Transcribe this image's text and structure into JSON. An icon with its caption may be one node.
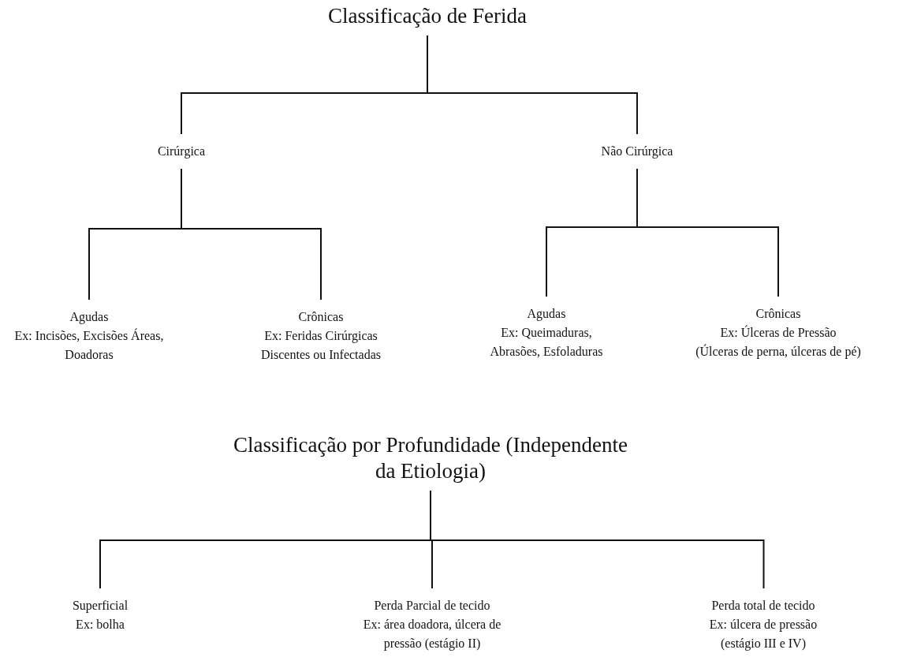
{
  "diagram": {
    "nodes": [
      {
        "text": [
          "Classificação de Ferida"
        ]
      },
      {
        "text": [
          "Cirúrgica"
        ]
      },
      {
        "text": [
          "Não Cirúrgica"
        ]
      },
      {
        "text": [
          "Agudas",
          "Ex: Incisões, Excisões Áreas, Doadoras"
        ]
      },
      {
        "text": [
          "Crônicas",
          "Ex: Feridas Cirúrgicas Discentes ou Infectadas"
        ]
      },
      {
        "text": [
          "Agudas",
          "Ex: Queimaduras, Abrasões, Esfoladuras"
        ]
      },
      {
        "text": [
          "Crônicas",
          "Ex: Úlceras de Pressão",
          "(Úlceras de perna, úlceras de pé)"
        ]
      },
      {
        "text": [
          "Classificação por Profundidade (Independente da Etiologia)"
        ]
      },
      {
        "text": [
          "Superficial",
          "Ex: bolha"
        ]
      },
      {
        "text": [
          "Perda Parcial de tecido",
          "Ex: área doadora, úlcera de pressão (estágio II)"
        ]
      },
      {
        "text": [
          "Perda total de tecido",
          "Ex: úlcera de pressão (estágio III e IV)"
        ]
      }
    ],
    "edges": [
      {
        "from": 0,
        "to": 1,
        "arrow": "none"
      },
      {
        "from": 0,
        "to": 2,
        "arrow": "none"
      },
      {
        "from": 1,
        "to": 3,
        "arrow": "none"
      },
      {
        "from": 1,
        "to": 4,
        "arrow": "none"
      },
      {
        "from": 2,
        "to": 5,
        "arrow": "none"
      },
      {
        "from": 2,
        "to": 6,
        "arrow": "none"
      },
      {
        "from": 7,
        "to": 8,
        "arrow": "none"
      },
      {
        "from": 7,
        "to": 9,
        "arrow": "none"
      },
      {
        "from": 7,
        "to": 10,
        "arrow": "none"
      }
    ]
  }
}
